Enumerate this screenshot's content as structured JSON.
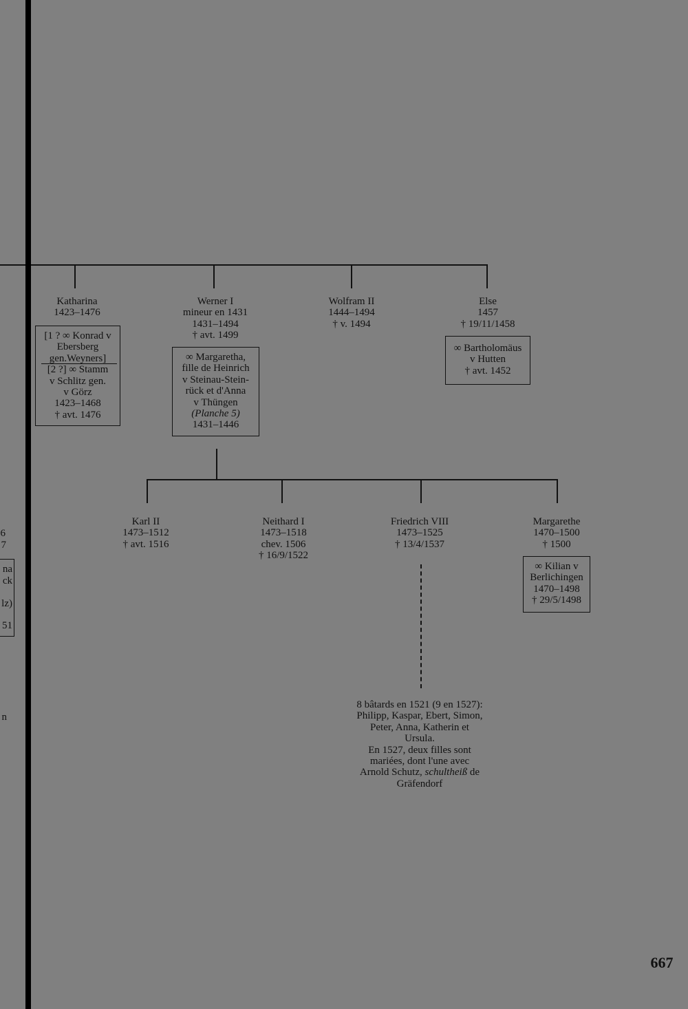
{
  "left_fragments": {
    "line1": "6",
    "line2": "7",
    "box_lines": [
      "na",
      "ck",
      "lz)",
      "51"
    ],
    "line3": "n"
  },
  "generation1": [
    {
      "name": "Katharina",
      "details": [
        "1423–1476"
      ],
      "spouse_box": [
        "[1 ? ∞ Konrad v",
        "Ebersberg",
        "gen.Weyners]",
        "[2 ?] ∞ Stamm",
        "v Schlitz gen.",
        "v Görz",
        "1423–1468",
        "† avt. 1476"
      ]
    },
    {
      "name": "Werner I",
      "details": [
        "mineur en 1431",
        "1431–1494",
        "† avt. 1499"
      ],
      "spouse_box": [
        "∞ Margaretha,",
        "fille de Heinrich",
        "v Steinau-Stein-",
        "rück et d'Anna",
        "v Thüngen",
        "(Planche 5)",
        "1431–1446"
      ]
    },
    {
      "name": "Wolfram II",
      "details": [
        "1444–1494",
        "† v. 1494"
      ]
    },
    {
      "name": "Else",
      "details": [
        "1457",
        "† 19/11/1458"
      ],
      "spouse_box": [
        "∞ Bartholomäus",
        "v Hutten",
        "† avt. 1452"
      ]
    }
  ],
  "generation2": [
    {
      "name": "Karl II",
      "details": [
        "1473–1512",
        "† avt. 1516"
      ]
    },
    {
      "name": "Neithard I",
      "details": [
        "1473–1518",
        "chev. 1506",
        "† 16/9/1522"
      ]
    },
    {
      "name": "Friedrich VIII",
      "details": [
        "1473–1525",
        "† 13/4/1537"
      ]
    },
    {
      "name": "Margarethe",
      "details": [
        "1470–1500",
        "† 1500"
      ],
      "spouse_box": [
        "∞ Kilian v",
        "Berlichingen",
        "1470–1498",
        "† 29/5/1498"
      ]
    }
  ],
  "illegitimate_note": {
    "lines": [
      "8 bâtards en 1521 (9 en 1527):",
      "Philipp, Kaspar, Ebert, Simon,",
      "Peter, Anna, Katherin et",
      "Ursula.",
      "En 1527, deux filles sont",
      "mariées, dont l'une avec"
    ],
    "last_line_prefix": "Arnold Schutz, ",
    "last_line_italic": "schultheiß",
    "last_line_suffix": " de",
    "final_line": "Gräfendorf"
  },
  "page_number": "667"
}
